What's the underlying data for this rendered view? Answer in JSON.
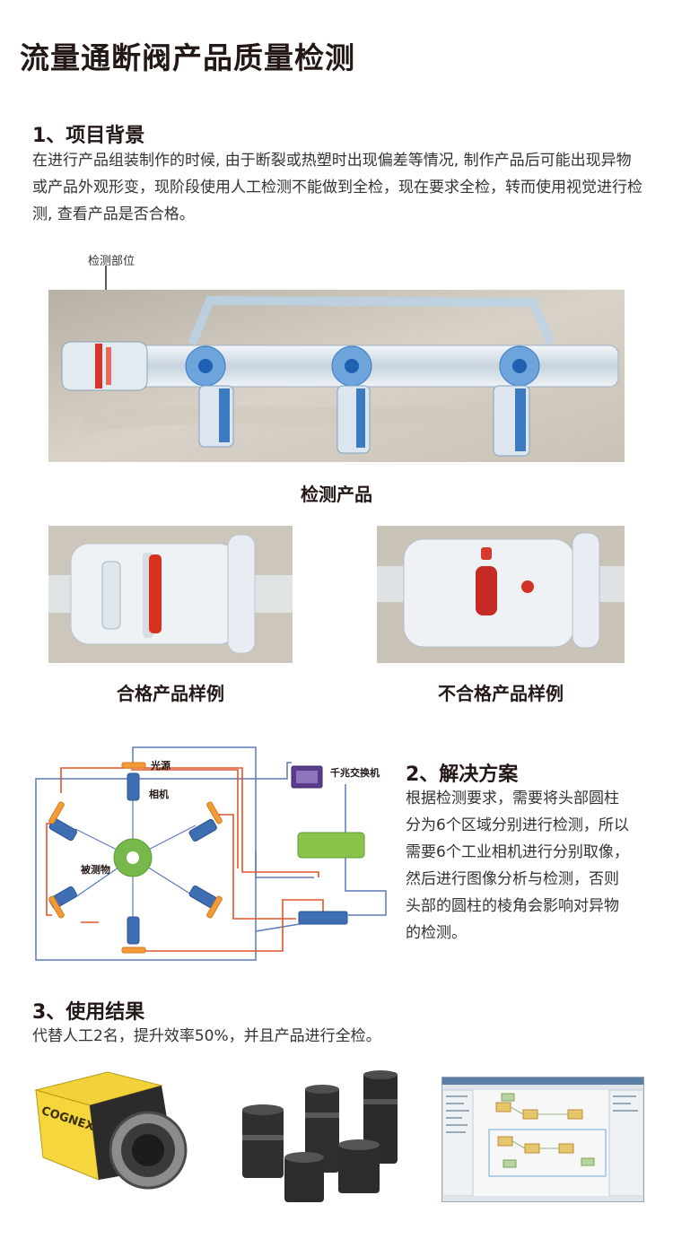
{
  "title": "流量通断阀产品质量检测",
  "section1": {
    "heading": "1、项目背景",
    "body": "在进行产品组装制作的时候, 由于断裂或热塑时出现偏差等情况, 制作产品后可能出现异物或产品外观形变，现阶段使用人工检测不能做到全检，现在要求全检，转而使用视觉进行检测, 查看产品是否合格。",
    "annotation": "检测部位",
    "main_caption": "检测产品",
    "ok_caption": "合格产品样例",
    "ng_caption": "不合格产品样例"
  },
  "section2": {
    "heading": "2、解决方案",
    "body": "根据检测要求，需要将头部圆柱分为6个区域分别进行检测，所以需要6个工业相机进行分别取像，然后进行图像分析与检测，否则头部的圆柱的棱角会影响对异物的检测。",
    "diagram": {
      "light_label": "光源",
      "camera_label": "相机",
      "object_label": "被测物",
      "switch_label": "千兆交换机",
      "wire_colors": {
        "orange": "#e2542c",
        "blue": "#5b7ab8",
        "object": "#77b84a",
        "box": "#8bc34a"
      }
    }
  },
  "section3": {
    "heading": "3、使用结果",
    "body": "代替人工2名，提升效率50%，并且产品进行全检。",
    "camera_brand": "COGNEX"
  }
}
